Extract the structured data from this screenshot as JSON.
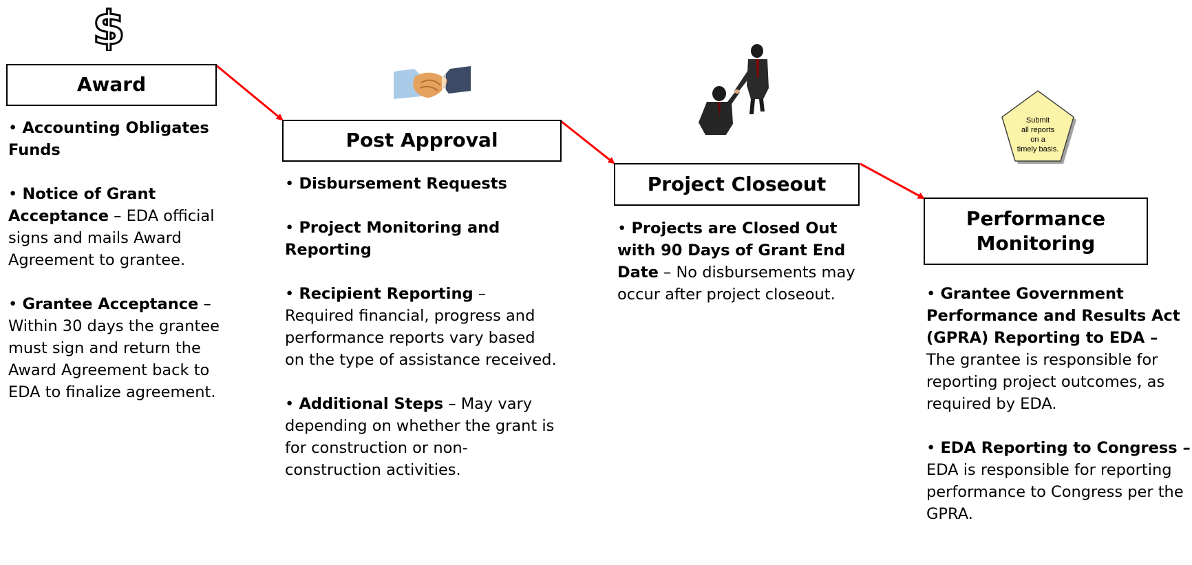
{
  "stages": [
    {
      "title": "Award",
      "items": [
        {
          "bold": "Accounting Obligates Funds",
          "text": ""
        },
        {
          "bold": "Notice of Grant Acceptance",
          "text": " – EDA official signs and mails Award Agreement to grantee."
        },
        {
          "bold": "Grantee Acceptance",
          "text": " – Within 30 days the grantee must sign and return the Award Agreement back to EDA to finalize agreement."
        }
      ]
    },
    {
      "title": "Post Approval",
      "items": [
        {
          "bold": "Disbursement Requests",
          "text": ""
        },
        {
          "bold": "Project Monitoring and Reporting",
          "text": ""
        },
        {
          "bold": "Recipient Reporting",
          "text": " – Required financial, progress and performance reports vary based on the type of assistance received."
        },
        {
          "bold": "Additional Steps",
          "text": " – May vary depending on whether the grant is for construction or non-construction activities."
        }
      ]
    },
    {
      "title": "Project Closeout",
      "items": [
        {
          "bold": "Projects are Closed Out with 90 Days of Grant End Date",
          "text": " – No disbursements may occur after project closeout."
        }
      ]
    },
    {
      "title": "Performance Monitoring",
      "items": [
        {
          "bold": "Grantee Government Performance and Results Act (GPRA) Reporting to EDA –",
          "text": " The  grantee is responsible for reporting project outcomes, as required by EDA."
        },
        {
          "bold": "EDA Reporting to Congress –",
          "text": " EDA is responsible for reporting performance to Congress per the GPRA."
        }
      ]
    }
  ],
  "bullet": "•",
  "dollar_icon": {
    "icon": "dollar-sign-icon",
    "glyph": "$"
  },
  "handshake_icon": {
    "icon": "handshake-icon"
  },
  "businessmen_icon": {
    "icon": "businessmen-handshake-icon"
  },
  "reminder": {
    "lines": [
      "Submit",
      "all reports",
      "on a",
      "timely basis."
    ],
    "fill": "#fbf3a8"
  },
  "colors": {
    "arrow": "#ff0000",
    "box_border": "#000000"
  }
}
